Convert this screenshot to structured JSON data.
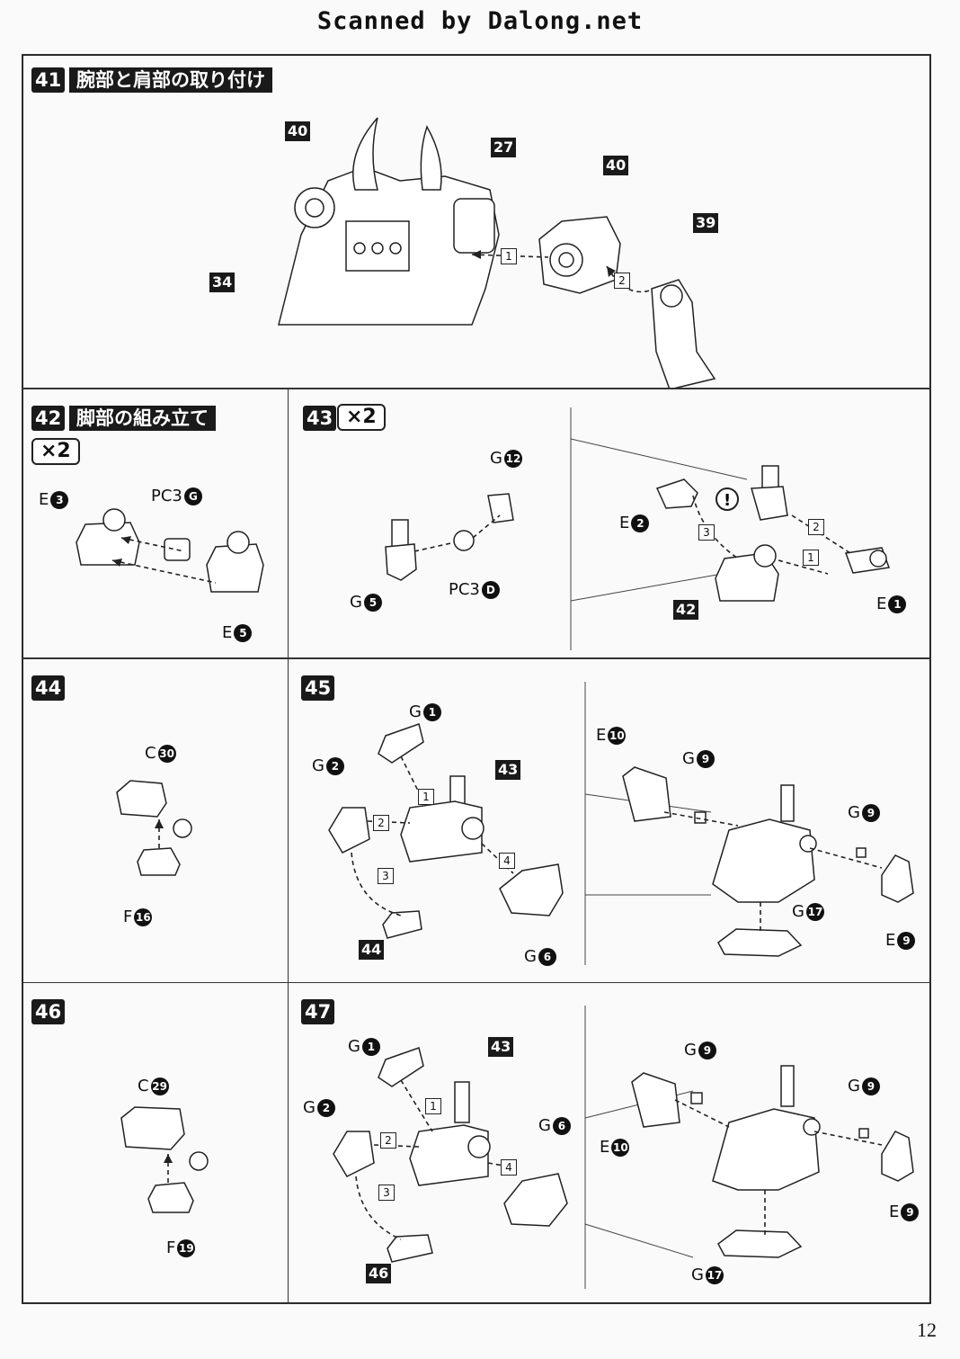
{
  "header": {
    "scan_credit": "Scanned by Dalong.net"
  },
  "page_number": "12",
  "steps": {
    "s41": {
      "number": "41",
      "title": "腕部と肩部の取り付け",
      "callouts": [
        "40",
        "27",
        "40",
        "39",
        "34"
      ],
      "order": [
        "1",
        "2"
      ]
    },
    "s42": {
      "number": "42",
      "title": "脚部の組み立て",
      "multiplier": "×2",
      "labels": {
        "e3": {
          "letter": "E",
          "circle": "3"
        },
        "pc3g": {
          "letter": "PC3",
          "circle": "G"
        },
        "e5": {
          "letter": "E",
          "circle": "5"
        }
      }
    },
    "s43": {
      "number": "43",
      "multiplier": "×2",
      "callout": "42",
      "order": [
        "3",
        "2",
        "1"
      ],
      "labels": {
        "g12": {
          "letter": "G",
          "circle": "12"
        },
        "g5": {
          "letter": "G",
          "circle": "5"
        },
        "pc3d": {
          "letter": "PC3",
          "circle": "D"
        },
        "e2": {
          "letter": "E",
          "circle": "2"
        },
        "e1": {
          "letter": "E",
          "circle": "1"
        }
      }
    },
    "s44": {
      "number": "44",
      "labels": {
        "c30": {
          "letter": "C",
          "circle": "30"
        },
        "f16": {
          "letter": "F",
          "circle": "16"
        }
      }
    },
    "s45": {
      "number": "45",
      "callouts": [
        "43",
        "44"
      ],
      "order": [
        "1",
        "2",
        "3",
        "4"
      ],
      "labels": {
        "g1": {
          "letter": "G",
          "circle": "1"
        },
        "g2": {
          "letter": "G",
          "circle": "2"
        },
        "g6": {
          "letter": "G",
          "circle": "6"
        },
        "e10": {
          "letter": "E",
          "circle": "10"
        },
        "g9a": {
          "letter": "G",
          "circle": "9"
        },
        "g9b": {
          "letter": "G",
          "circle": "9"
        },
        "e9": {
          "letter": "E",
          "circle": "9"
        },
        "g17": {
          "letter": "G",
          "circle": "17"
        }
      }
    },
    "s46": {
      "number": "46",
      "labels": {
        "c29": {
          "letter": "C",
          "circle": "29"
        },
        "f19": {
          "letter": "F",
          "circle": "19"
        }
      }
    },
    "s47": {
      "number": "47",
      "callouts": [
        "43",
        "46"
      ],
      "order": [
        "1",
        "2",
        "3",
        "4"
      ],
      "labels": {
        "g1": {
          "letter": "G",
          "circle": "1"
        },
        "g2": {
          "letter": "G",
          "circle": "2"
        },
        "g6": {
          "letter": "G",
          "circle": "6"
        },
        "g9a": {
          "letter": "G",
          "circle": "9"
        },
        "g9b": {
          "letter": "G",
          "circle": "9"
        },
        "e10": {
          "letter": "E",
          "circle": "10"
        },
        "e9": {
          "letter": "E",
          "circle": "9"
        },
        "g17": {
          "letter": "G",
          "circle": "17"
        }
      }
    }
  }
}
